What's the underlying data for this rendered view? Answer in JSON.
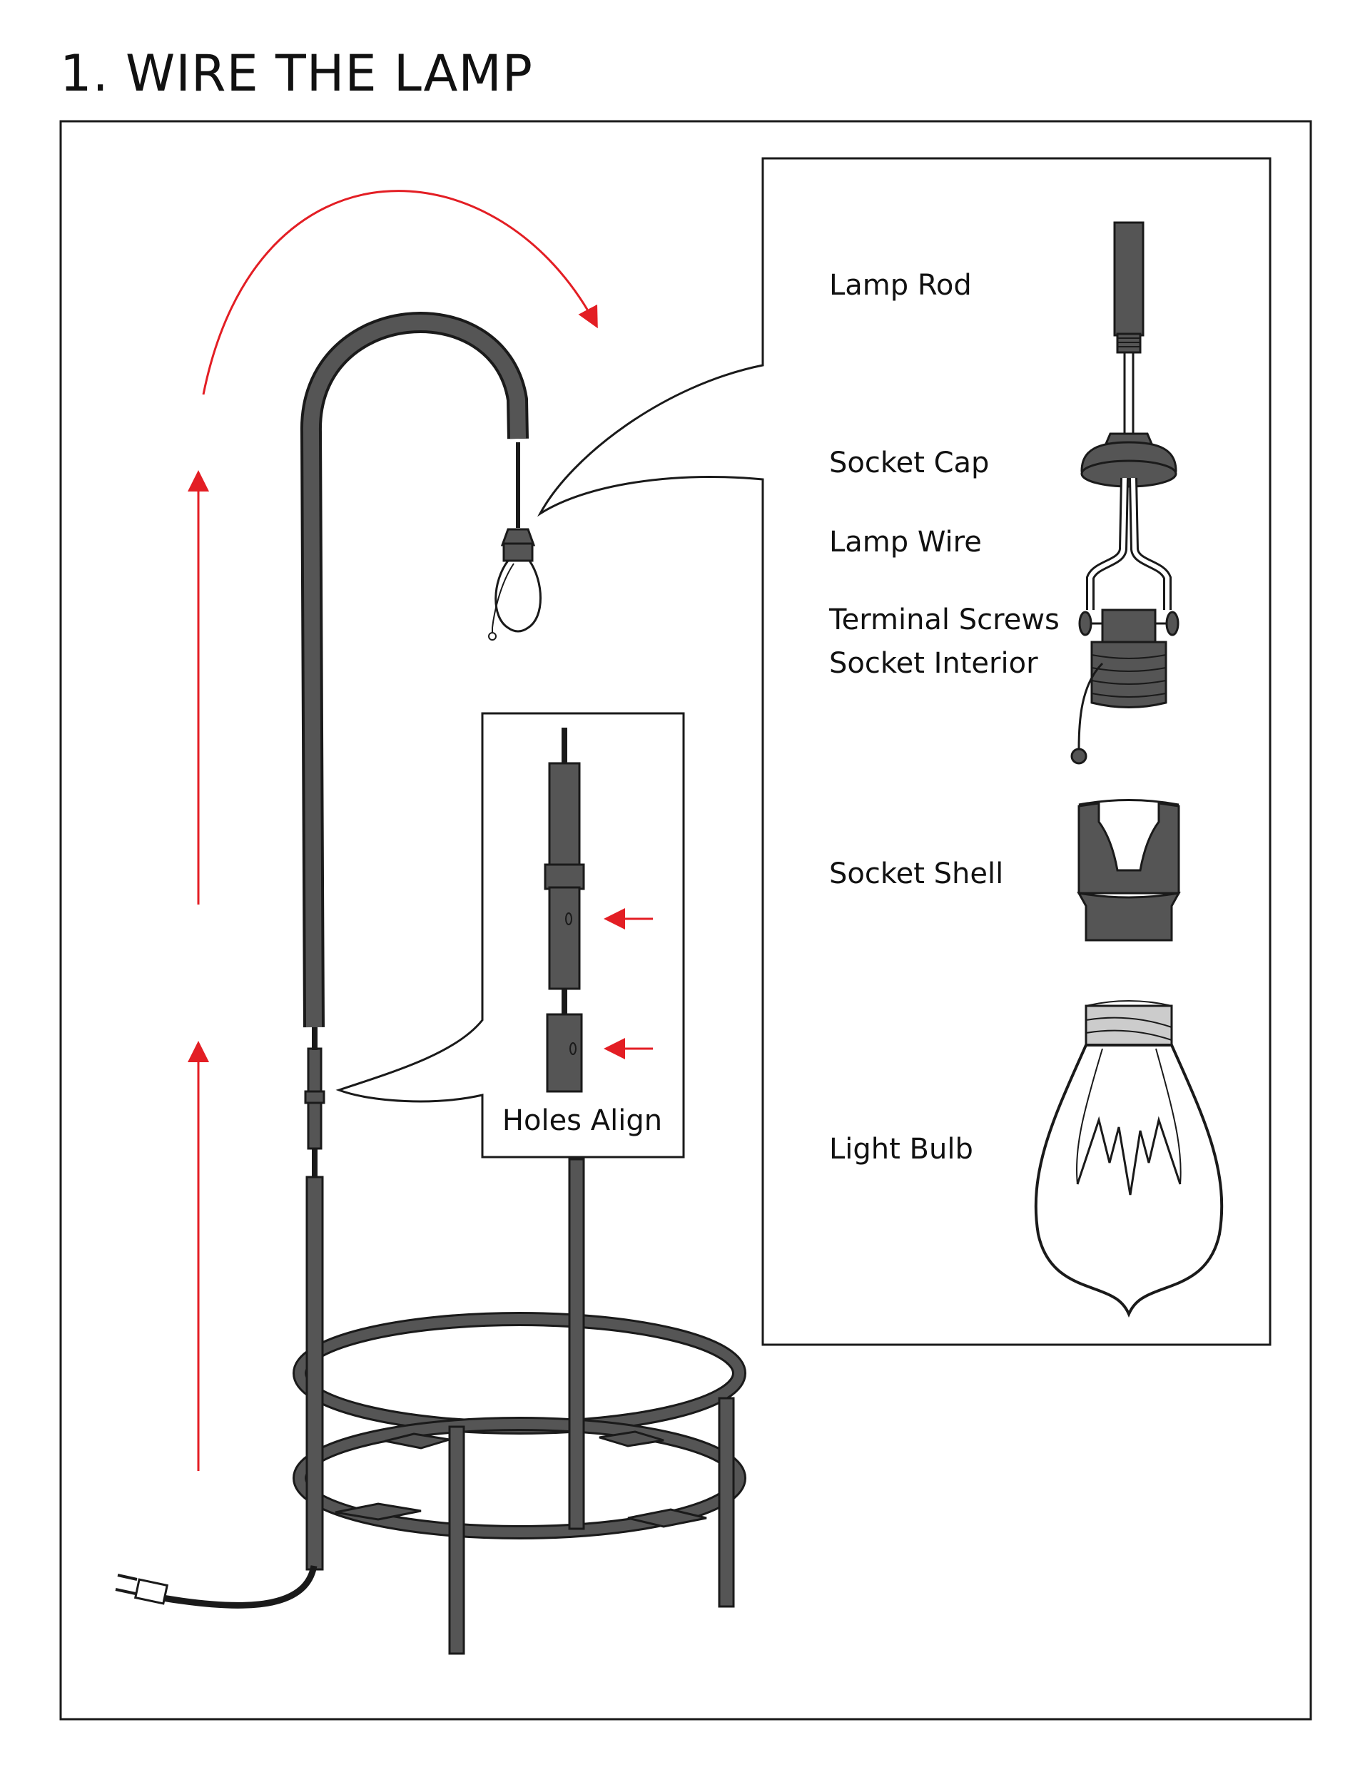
{
  "title": "1. WIRE THE LAMP",
  "colors": {
    "accent_red": "#e31e24",
    "metal": "#555555",
    "outline": "#1a1a1a"
  },
  "callouts": {
    "lamp_rod": "Lamp Rod",
    "socket_cap": "Socket Cap",
    "lamp_wire": "Lamp Wire",
    "terminal_screws": "Terminal Screws",
    "socket_interior": "Socket Interior",
    "socket_shell": "Socket Shell",
    "light_bulb": "Light Bulb",
    "holes_align": "Holes Align"
  }
}
